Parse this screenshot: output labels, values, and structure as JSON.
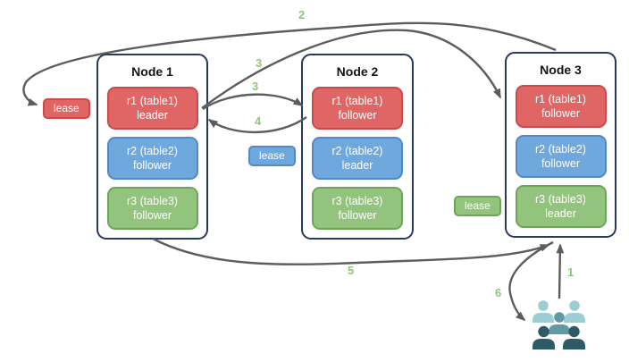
{
  "nodes": [
    {
      "title": "Node 1",
      "replicas": [
        {
          "name": "r1 (table1)",
          "role": "leader"
        },
        {
          "name": "r2 (table2)",
          "role": "follower"
        },
        {
          "name": "r3 (table3)",
          "role": "follower"
        }
      ]
    },
    {
      "title": "Node 2",
      "replicas": [
        {
          "name": "r1 (table1)",
          "role": "follower"
        },
        {
          "name": "r2 (table2)",
          "role": "leader"
        },
        {
          "name": "r3 (table3)",
          "role": "follower"
        }
      ]
    },
    {
      "title": "Node 3",
      "replicas": [
        {
          "name": "r1 (table1)",
          "role": "follower"
        },
        {
          "name": "r2 (table2)",
          "role": "follower"
        },
        {
          "name": "r3 (table3)",
          "role": "leader"
        }
      ]
    }
  ],
  "leases": [
    {
      "label": "lease",
      "color": "#e06666"
    },
    {
      "label": "lease",
      "color": "#6fa8dc"
    },
    {
      "label": "lease",
      "color": "#93c47d"
    }
  ],
  "steps": [
    {
      "label": "1"
    },
    {
      "label": "2"
    },
    {
      "label": "3"
    },
    {
      "label": "3"
    },
    {
      "label": "4"
    },
    {
      "label": "5"
    },
    {
      "label": "6"
    }
  ],
  "icons": {
    "users_group": "users-group-icon"
  },
  "colors": {
    "replica_red": "#e06666",
    "replica_blue": "#6fa8dc",
    "replica_green": "#93c47d",
    "node_border": "#27395c",
    "arrow": "#5d5d5d",
    "step_label": "#93c47d",
    "users_light": "#9bcdd2",
    "users_mid": "#5f9aa5",
    "users_dark": "#2e5a68"
  }
}
